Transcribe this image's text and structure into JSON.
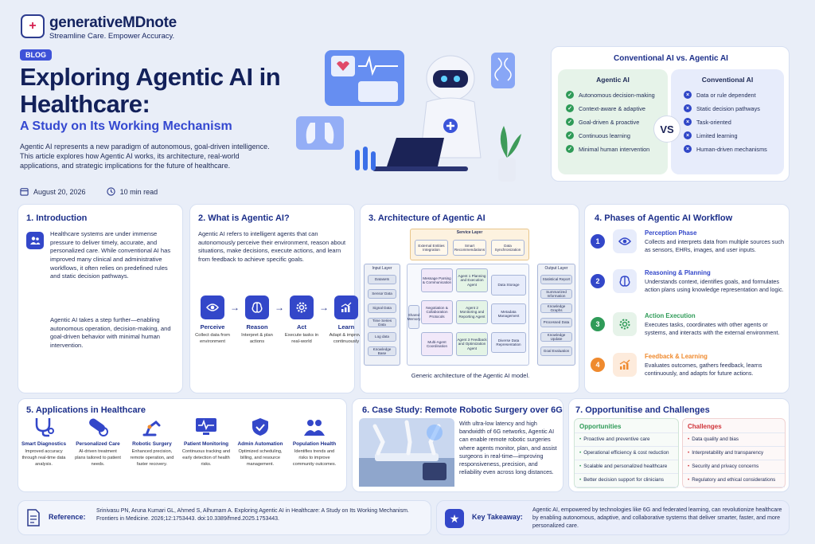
{
  "brand": {
    "name": "generativeMDnote",
    "tagline": "Streamline Care. Empower Accuracy."
  },
  "header": {
    "tag": "BLOG",
    "title": "Exploring Agentic AI in Healthcare:",
    "subtitle": "A Study on Its Working Mechanism",
    "intro": "Agentic AI represents a new paradigm of autonomous, goal-driven intelligence. This article explores how Agentic AI works, its architecture, real-world applications, and strategic implications for the future of healthcare.",
    "date": "August 20, 2026",
    "read_time": "10 min read"
  },
  "comparison": {
    "title": "Conventional AI vs. Agentic AI",
    "left_title": "Agentic AI",
    "right_title": "Conventional AI",
    "vs": "VS",
    "left": [
      "Autonomous decision-making",
      "Context-aware & adaptive",
      "Goal-driven & proactive",
      "Continuous learning",
      "Minimal human intervention"
    ],
    "right": [
      "Data or rule dependent",
      "Static decision pathways",
      "Task-oriented",
      "Limited learning",
      "Human-driven mechanisms"
    ],
    "colors": {
      "agentic": "#2f9b58",
      "conventional": "#2f46c7"
    }
  },
  "introduction": {
    "title": "1. Introduction",
    "p1": "Healthcare systems are under immense pressure to deliver timely, accurate, and personalized care. While conventional AI has improved many clinical and administrative workflows, it often relies on predefined rules and static decision pathways.",
    "p2": "Agentic AI takes a step further—enabling autonomous operation, decision-making, and goal-driven behavior with minimal human intervention."
  },
  "what": {
    "title": "2. What is Agentic AI?",
    "text": "Agentic AI refers to intelligent agents that can autonomously perceive their environment, reason about situations, make decisions, execute actions, and learn from feedback to achieve specific goals.",
    "steps": [
      {
        "label": "Perceive",
        "desc": "Collect data from environment",
        "icon": "eye-icon"
      },
      {
        "label": "Reason",
        "desc": "Interpret & plan actions",
        "icon": "brain-icon"
      },
      {
        "label": "Act",
        "desc": "Execute tasks in real-world",
        "icon": "gear-icon"
      },
      {
        "label": "Learn",
        "desc": "Adapt & improve continuously",
        "icon": "growth-chart-icon"
      }
    ]
  },
  "architecture": {
    "title": "3. Architecture of Agentic AI",
    "caption": "Generic architecture of the Agentic AI model.",
    "service_layer": "Service Layer",
    "services": [
      "External Entities Integration",
      "Smart Recommendations",
      "Data Synchronization"
    ],
    "input_layer": "Input Layer",
    "inputs": [
      "Datasets",
      "Sensor Data",
      "Signal Data",
      "Time Series Data",
      "Log data",
      "Knowledge Base"
    ],
    "output_layer": "Output Layer",
    "outputs": [
      "Statistical Report",
      "Summarized Information",
      "Knowledge Graphs",
      "Processed Data",
      "Knowledge Update",
      "Goal Evaluation"
    ],
    "shared_memory": "Shared Memory",
    "modules": [
      "Message Parsing & Communication",
      "Negotiation & Collaboration Protocols",
      "Multi-Agent Coordination"
    ],
    "agents": [
      "Agent 1 Planning and Execution Agent",
      "Agent 2 Monitoring and Reporting Agent",
      "Agent 3 Feedback and Optimization Agent"
    ],
    "stores": [
      "Data Storage",
      "Metadata Management",
      "Diverse Data Representation"
    ]
  },
  "phases": {
    "title": "4. Phases of Agentic AI Workflow",
    "items": [
      {
        "num": "1",
        "title": "Perception Phase",
        "text": "Collects and interprets data from multiple sources such as sensors, EHRs, images, and user inputs.",
        "color": "#3347c9",
        "icon": "eye-icon"
      },
      {
        "num": "2",
        "title": "Reasoning & Planning",
        "text": "Understands context, identifies goals, and formulates action plans using knowledge representation and logic.",
        "color": "#3347c9",
        "icon": "brain-icon"
      },
      {
        "num": "3",
        "title": "Action Execution",
        "text": "Executes tasks, coordinates with other agents or systems, and interacts with the external environment.",
        "color": "#2f9b58",
        "icon": "gear-icon"
      },
      {
        "num": "4",
        "title": "Feedback & Learning",
        "text": "Evaluates outcomes, gathers feedback, learns continuously, and adapts for future actions.",
        "color": "#ef8a2e",
        "icon": "growth-chart-icon"
      }
    ]
  },
  "applications": {
    "title": "5. Applications in Healthcare",
    "items": [
      {
        "label": "Smart Diagnostics",
        "desc": "Improved accuracy through real-time data analysis.",
        "icon": "stethoscope-icon"
      },
      {
        "label": "Personalized Care",
        "desc": "AI-driven treatment plans tailored to patient needs.",
        "icon": "pill-icon"
      },
      {
        "label": "Robotic Surgery",
        "desc": "Enhanced precision, remote operation, and faster recovery.",
        "icon": "robot-arm-icon"
      },
      {
        "label": "Patient Monitoring",
        "desc": "Continuous tracking and early detection of health risks.",
        "icon": "monitor-icon"
      },
      {
        "label": "Admin Automation",
        "desc": "Optimized scheduling, billing, and resource management.",
        "icon": "shield-check-icon"
      },
      {
        "label": "Population Health",
        "desc": "Identifies trends and risks to improve community outcomes.",
        "icon": "people-icon"
      }
    ]
  },
  "case_study": {
    "title": "6. Case Study: Remote Robotic Surgery over 6G",
    "text": "With ultra-low latency and high bandwidth of 6G networks, Agentic AI can enable remote robotic surgeries where agents monitor, plan, and assist surgeons in real-time—improving responsiveness, precision, and reliability even across long distances."
  },
  "opportunities": {
    "title": "7. Opportunitise and Challenges",
    "opp_title": "Opportunities",
    "opp": [
      "Proactive and preventive care",
      "Operational efficiency & cost reduction",
      "Scalable and personalized healthcare",
      "Better decision support for clinicians"
    ],
    "chal_title": "Challenges",
    "chal": [
      "Data quality and bias",
      "Interpretability and transparency",
      "Security and privacy concerns",
      "Regulatory and ethical considerations"
    ]
  },
  "reference": {
    "label": "Reference:",
    "text": "Srinivasu PN, Aruna Kumari GL, Ahmed S, Alhumam A. Exploring Agentic AI in Healthcare: A Study on Its Working Mechanism. Frontiers in Medicine. 2026;12:1753443. doi:10.3389/fmed.2025.1753443."
  },
  "takeaway": {
    "label": "Key Takeaway:",
    "text": "Agentic AI, empowered by technologies like 6G and federated learning, can revolutionize healthcare by enabling autonomous, adaptive, and collaborative systems that deliver smarter, faster, and more personalized care."
  }
}
